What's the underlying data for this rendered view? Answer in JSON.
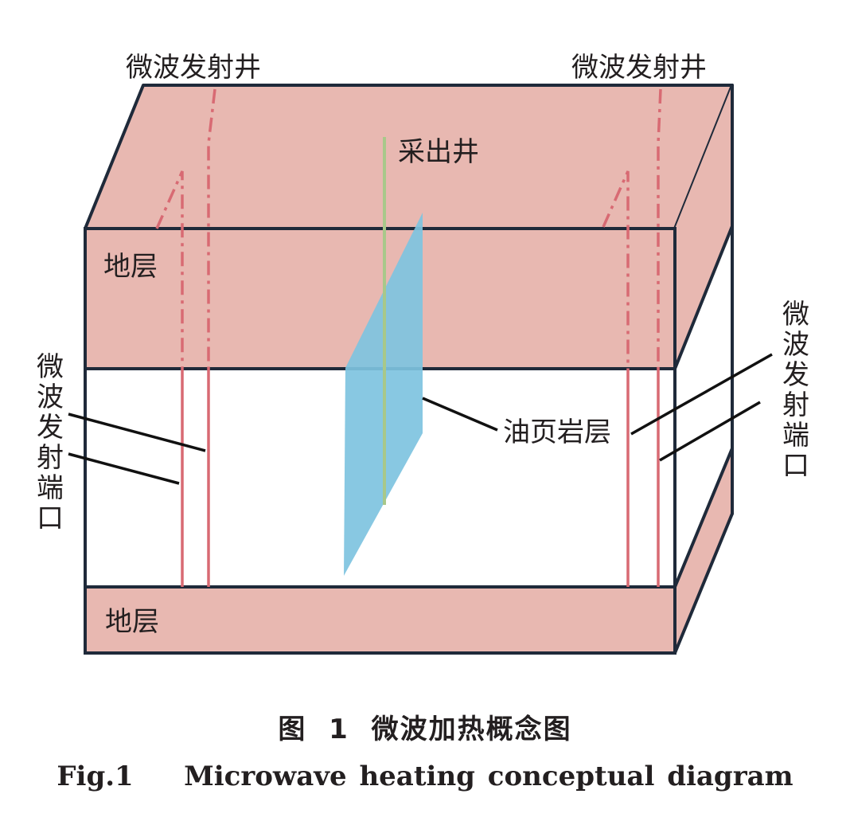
{
  "labels": {
    "well_top_left": "微波发射井",
    "well_top_right": "微波发射井",
    "production_well": "采出井",
    "stratum_upper": "地层",
    "stratum_lower": "地层",
    "oil_shale_layer": "油页岩层",
    "port_left_chars": [
      "微",
      "波",
      "发",
      "射",
      "端",
      "口"
    ],
    "port_right_chars": [
      "微",
      "波",
      "发",
      "射",
      "端",
      "口"
    ]
  },
  "caption": {
    "cn_prefix": "图 1",
    "cn_title": "微波加热概念图",
    "en_prefix": "Fig.1",
    "en_title": "Microwave heating conceptual diagram"
  },
  "colors": {
    "stratum_fill": "#e8b8b1",
    "outline": "#1f2a3a",
    "microwave_well": "#d86a73",
    "production_well": "#a8c88a",
    "fracture_fill": "#7ec3df",
    "text": "#231f20"
  }
}
